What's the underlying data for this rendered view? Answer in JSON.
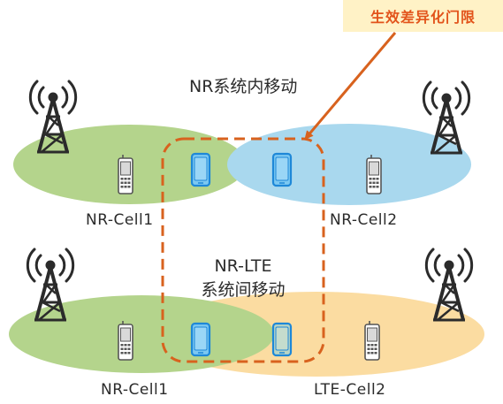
{
  "callout": {
    "text": "生效差异化门限",
    "text_color": "#e2531a",
    "bg_color": "#fff2c6"
  },
  "titles": {
    "intra_nr": "NR系统内移动",
    "inter_rat_line1": "NR-LTE",
    "inter_rat_line2": "系统间移动"
  },
  "cells": {
    "top_left": "NR-Cell1",
    "top_right": "NR-Cell2",
    "bottom_left": "NR-Cell1",
    "bottom_right": "LTE-Cell2"
  },
  "colors": {
    "nr_coverage": "#b4d48c",
    "nr2_coverage": "#a9d8ee",
    "lte_coverage": "#fbdca1",
    "highlight_box": "#d8621e",
    "arrow": "#d8621e",
    "phone_active": "#1e88d8",
    "phone_active_fill": "#7cc8f2",
    "phone_idle": "#555555",
    "tower": "#2b2b2b"
  },
  "icons": {
    "tower": "cell-tower-icon",
    "phone": "mobile-phone-icon"
  }
}
